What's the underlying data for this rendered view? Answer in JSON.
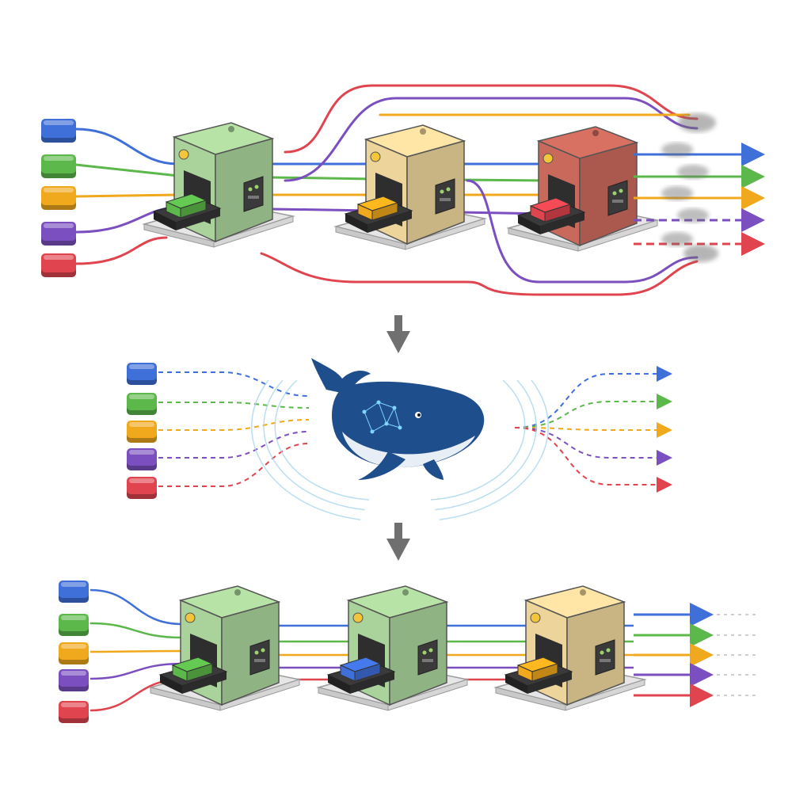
{
  "colors": {
    "blue": "#3f6fd8",
    "green": "#5cb84a",
    "yellow": "#f0a81c",
    "purple": "#7b4fc0",
    "red": "#e0444e",
    "machine_green": "#a9d39a",
    "machine_tan": "#ecd49a",
    "machine_red": "#c9695c",
    "arrow_gray": "#707070",
    "whale_blue": "#1f4e8c",
    "whale_belly": "#e8eef6",
    "smoke": "#6e6e6e"
  },
  "streams": [
    "blue",
    "green",
    "yellow",
    "purple",
    "red"
  ],
  "sections": [
    {
      "id": "top",
      "machines": [
        "machine_green",
        "machine_tan",
        "machine_red"
      ],
      "outcome": "tangled"
    },
    {
      "id": "middle",
      "center": "whale",
      "outcome": "routed"
    },
    {
      "id": "bottom",
      "machines": [
        "machine_green",
        "machine_green",
        "machine_tan"
      ],
      "outcome": "ordered"
    }
  ]
}
